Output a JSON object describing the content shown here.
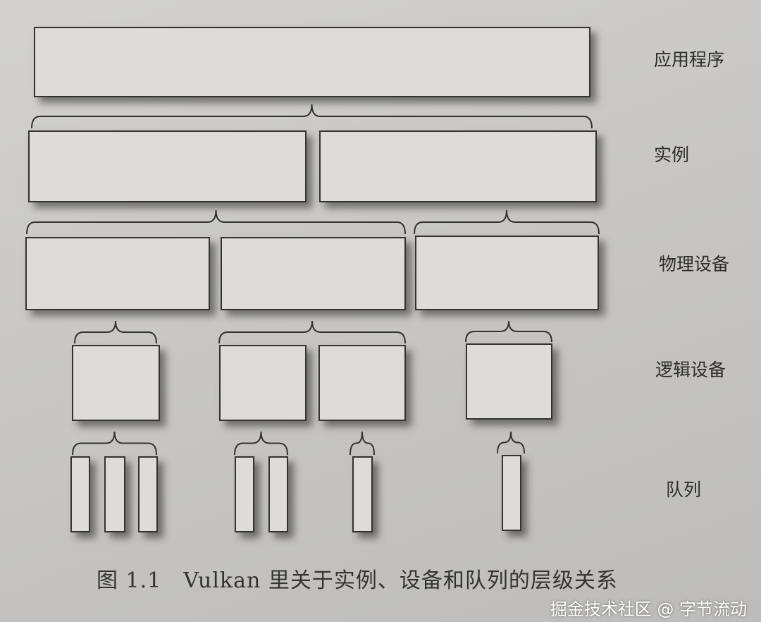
{
  "levels": {
    "application": "应用程序",
    "instance": "实例",
    "physical_device": "物理设备",
    "logical_device": "逻辑设备",
    "queue": "队列"
  },
  "caption": "图 1.1　Vulkan 里关于实例、设备和队列的层级关系",
  "watermark": "掘金技术社区 @ 字节流动"
}
